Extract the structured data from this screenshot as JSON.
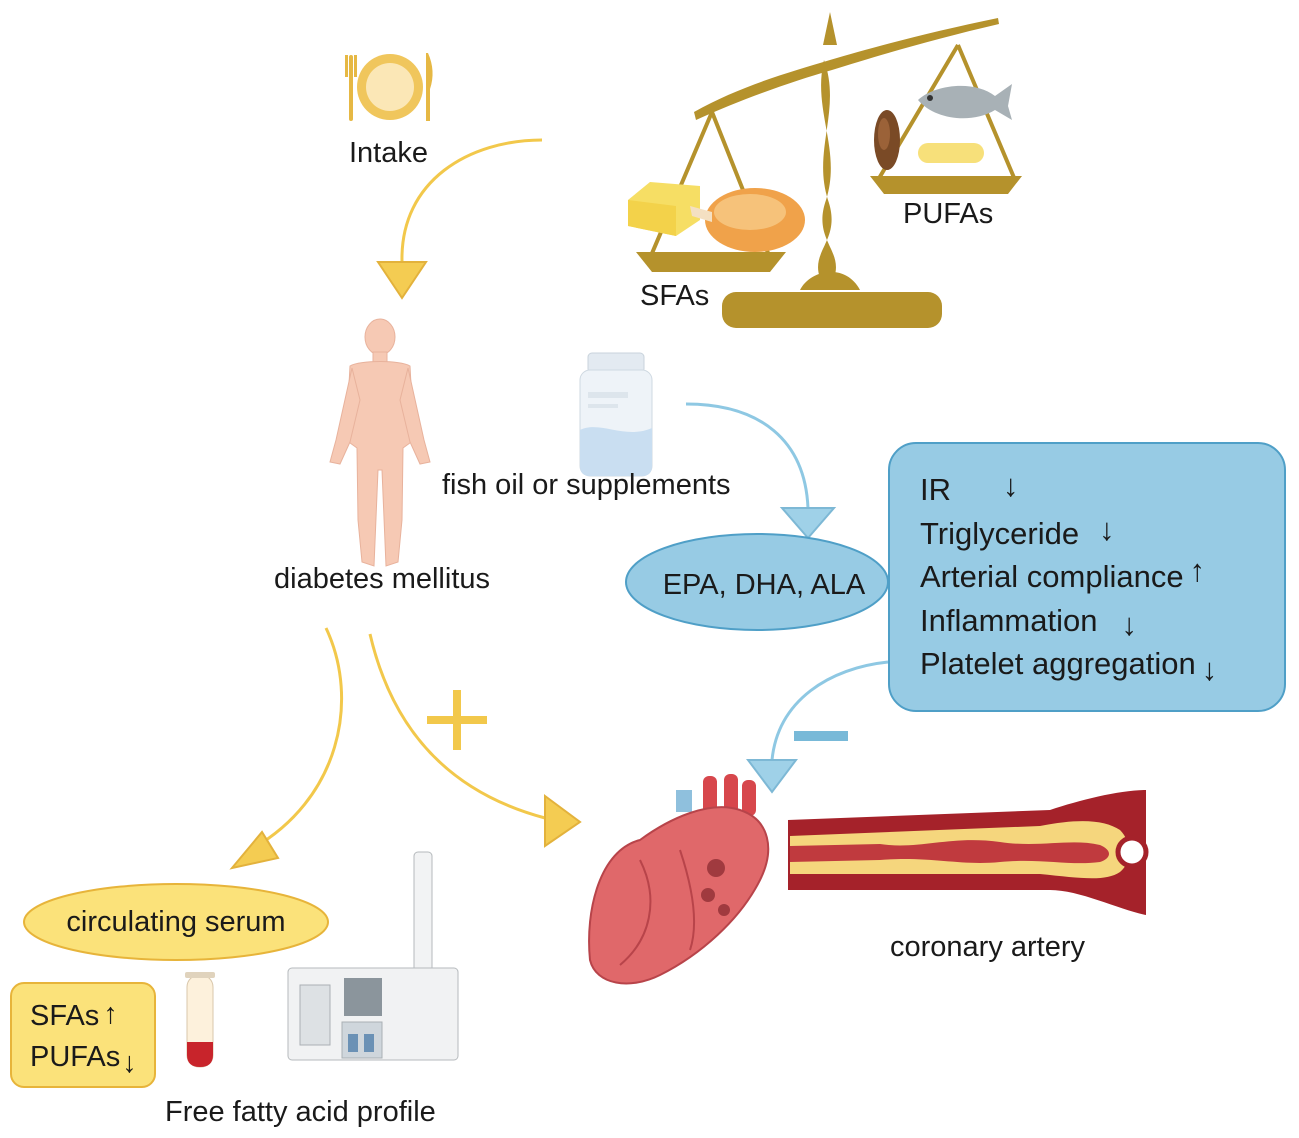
{
  "labels": {
    "intake": "Intake",
    "sfas_scale": "SFAs",
    "pufas_scale": "PUFAs",
    "diabetes": "diabetes mellitus",
    "fish_oil": "fish oil or supplements",
    "epa": "EPA, DHA, ALA",
    "circulating_serum": "circulating serum",
    "free_fatty_acid": "Free fatty acid profile",
    "coronary_artery": "coronary artery"
  },
  "effects": [
    {
      "text": "IR",
      "arrow": "↓"
    },
    {
      "text": "Triglyceride",
      "arrow": "↓"
    },
    {
      "text": "Arterial compliance",
      "arrow": "↑"
    },
    {
      "text": "Inflammation",
      "arrow": "↓"
    },
    {
      "text": "Platelet aggregation",
      "arrow": "↓"
    }
  ],
  "serum_changes": [
    {
      "text": "SFAs",
      "arrow": "↑"
    },
    {
      "text": "PUFAs",
      "arrow": "↓"
    }
  ],
  "signs": {
    "plus": "+",
    "minus": "−"
  },
  "colors": {
    "gold_arrow": "#f2c84b",
    "blue_arrow": "#8ec8e3",
    "scale": "#b5922c",
    "effects_box": "#97cbe4",
    "serum_yellow": "#fbe27a"
  }
}
